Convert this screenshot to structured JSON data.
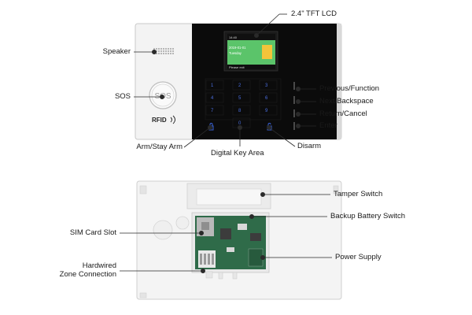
{
  "front_panel": {
    "lcd_time": "14:40",
    "lcd_date": "2019-01-01",
    "lcd_day": "Tuesday",
    "lcd_prompt": "Please exit",
    "sos_label": "SOS",
    "rfid_label": "RFID",
    "keypad_keys": [
      "1",
      "2",
      "3",
      "4",
      "5",
      "6",
      "7",
      "8",
      "9",
      "0"
    ]
  },
  "labels": {
    "lcd": "2.4\" TFT LCD",
    "speaker": "Speaker",
    "sos": "SOS",
    "prev_function": "Previous/Function",
    "next_backspace": "Next/Backspace",
    "return_cancel": "Return/Cancel",
    "enter": "Enter",
    "arm_stay": "Arm/Stay Arm",
    "digital_key_area": "Digital Key Area",
    "disarm": "Disarm",
    "tamper_switch": "Tamper Switch",
    "backup_battery_switch": "Backup Battery Switch",
    "sim_card_slot": "SIM Card Slot",
    "power_supply": "Power Supply",
    "hardwired_zone": "Hardwired\nZone Connection"
  },
  "colors": {
    "panel_black": "#0a0a0a",
    "panel_white": "#f2f2f2",
    "lcd_green": "#4cc36a",
    "pcb_green": "#2f6b49",
    "key_blue": "#3a62d6"
  }
}
